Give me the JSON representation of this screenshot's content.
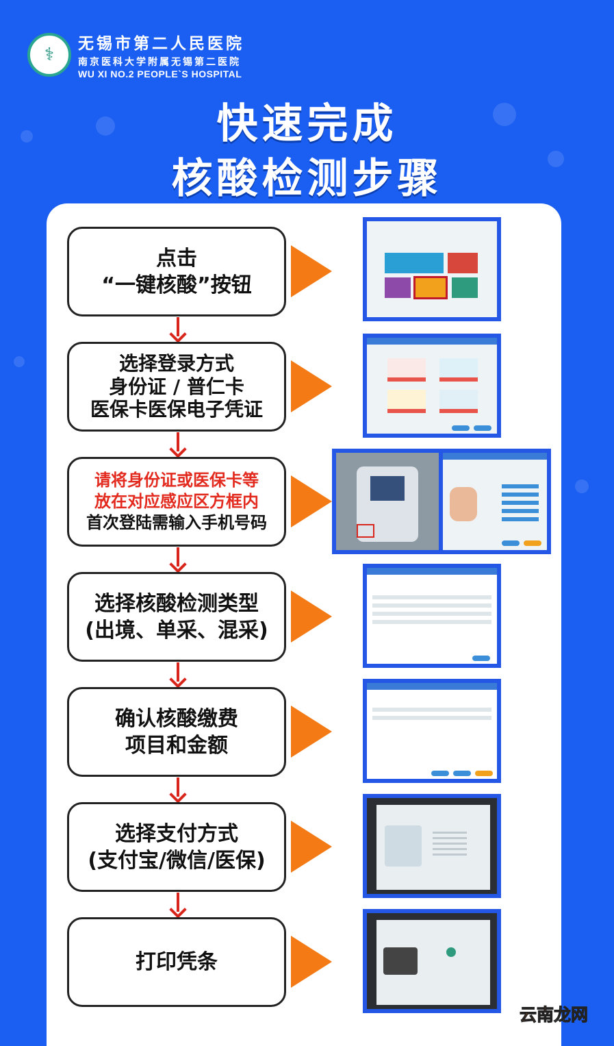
{
  "header": {
    "hospital_name": "无锡市第二人民医院",
    "affiliation": "南京医科大学附属无锡第二医院",
    "english_name": "WU XI NO.2 PEOPLE`S HOSPITAL",
    "logo_icon": "hospital-emblem"
  },
  "title": {
    "line1": "快速完成",
    "line2": "核酸检测步骤"
  },
  "colors": {
    "background": "#1b5ff2",
    "arrow": "#f47a16",
    "down_arrow": "#d8261c",
    "highlight_text": "#e32a1e"
  },
  "steps": [
    {
      "lines": [
        "点击",
        "“一键核酸”按钮"
      ]
    },
    {
      "lines": [
        "选择登录方式",
        "身份证 / 普仁卡",
        "医保卡医保电子凭证"
      ]
    },
    {
      "lines": [
        "请将身份证或医保卡等",
        "放在对应感应区方框内",
        "首次登陆需输入手机号码"
      ]
    },
    {
      "lines": [
        "选择核酸检测类型",
        "(出境、单采、混采)"
      ]
    },
    {
      "lines": [
        "确认核酸缴费",
        "项目和金额"
      ]
    },
    {
      "lines": [
        "选择支付方式",
        "(支付宝/微信/医保)"
      ]
    },
    {
      "lines": [
        "打印凭条"
      ]
    }
  ],
  "watermark": {
    "part1": "云南",
    "part2": "龙网"
  }
}
